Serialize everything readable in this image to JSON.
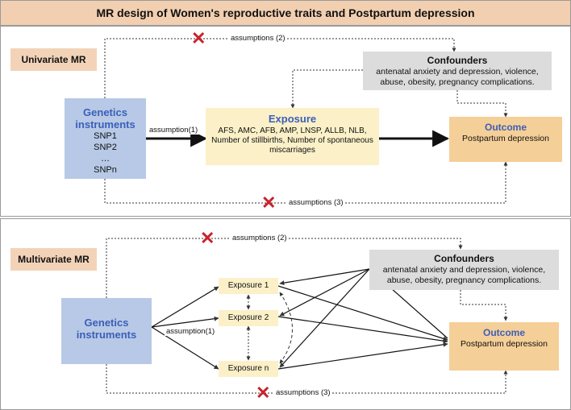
{
  "title": "MR design of Women's reproductive traits and Postpartum depression",
  "univariate": {
    "label": "Univariate MR",
    "genetics": {
      "title": "Genetics instruments",
      "snps": [
        "SNP1",
        "SNP2",
        "…",
        "SNPn"
      ]
    },
    "exposure": {
      "title": "Exposure",
      "desc": "AFS, AMC, AFB, AMP, LNSP, ALLB, NLB, Number of stillbirths, Number of spontaneous miscarriages"
    },
    "confounders": {
      "title": "Confounders",
      "desc": "antenatal anxiety and depression, violence, abuse, obesity, pregnancy complications."
    },
    "outcome": {
      "title": "Outcome",
      "desc": "Postpartum depression"
    },
    "assumption1": "assumption(1)",
    "assumption2": "assumptions (2)",
    "assumption3": "assumptions (3)"
  },
  "multivariate": {
    "label": "Multivariate MR",
    "genetics": {
      "title": "Genetics instruments"
    },
    "exposures": [
      "Exposure 1",
      "Exposure 2",
      "Exposure n"
    ],
    "confounders": {
      "title": "Confounders",
      "desc": "antenatal anxiety and depression, violence, abuse, obesity, pregnancy complications."
    },
    "outcome": {
      "title": "Outcome",
      "desc": "Postpartum depression"
    },
    "assumption1": "assumption(1)",
    "assumption2": "assumptions (2)",
    "assumption3": "assumptions (3)"
  },
  "colors": {
    "title_bg": "#f2cfb0",
    "genetics_bg": "#b7c9e6",
    "exposure_bg": "#fbf0c8",
    "confounders_bg": "#dcdcdc",
    "outcome_bg": "#f5cf98",
    "accent_text": "#3b5fb8",
    "cross": "#c8232c"
  },
  "icons": [
    "cross-icon"
  ]
}
